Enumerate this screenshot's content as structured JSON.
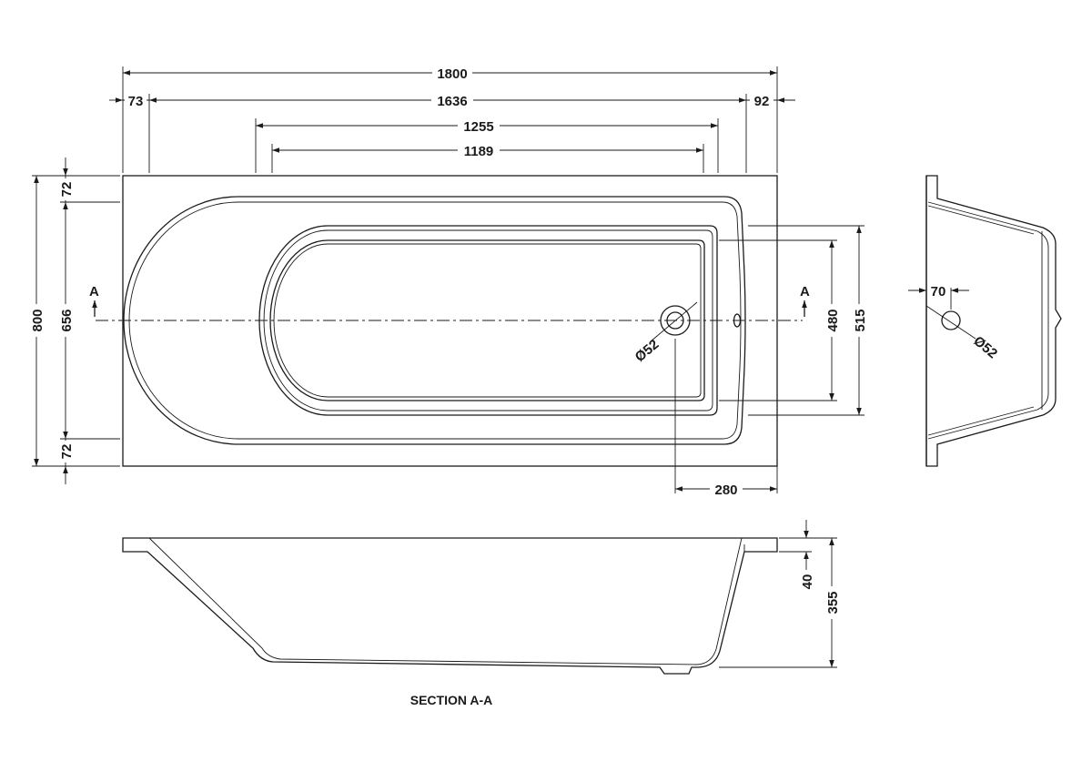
{
  "dimensions": {
    "overall_length": "1800",
    "left_rim": "73",
    "inner_length": "1636",
    "right_rim": "92",
    "bowl_length_outer": "1255",
    "bowl_length_inner": "1189",
    "overall_width": "800",
    "top_rim": "72",
    "inner_width": "656",
    "bottom_rim": "72",
    "waste_offset": "280",
    "bowl_width_inner": "480",
    "bowl_width_outer": "515",
    "waste_diameter": "Ø52",
    "end_waste_offset": "70",
    "end_waste_diameter": "Ø52",
    "rim_thickness": "40",
    "depth": "355"
  },
  "section_markers": {
    "left": "A",
    "right": "A"
  },
  "section_caption": "SECTION A-A"
}
